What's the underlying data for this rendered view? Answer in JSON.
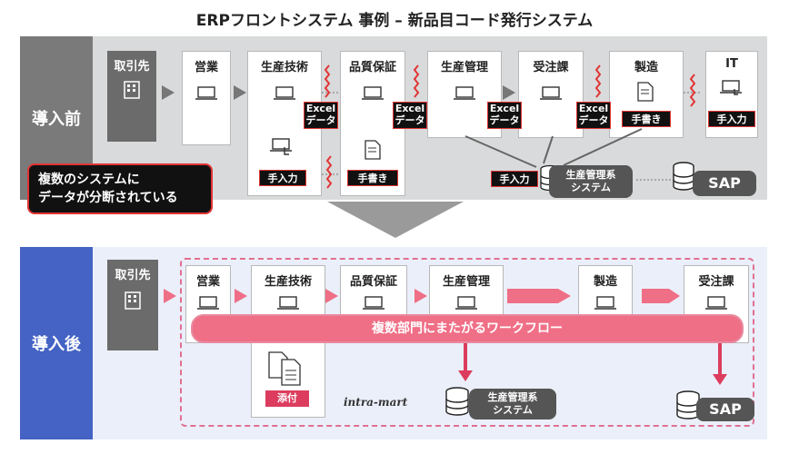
{
  "title": "ERPフロントシステム 事例 – 新品目コード発行システム",
  "before": {
    "label": "導入前",
    "client": "取引先",
    "cards": [
      "営業",
      "生産技術",
      "品質保証",
      "生産管理",
      "受注課",
      "製造",
      "IT"
    ],
    "excel_tag": [
      "Excel",
      "データ"
    ],
    "manual_input": "手入力",
    "handwritten": "手書き",
    "callout": [
      "複数のシステムに",
      "データが分断されている"
    ],
    "pm_system": [
      "生産管理系",
      "システム"
    ],
    "sap": "SAP"
  },
  "after": {
    "label": "導入後",
    "client": "取引先",
    "cards": [
      "営業",
      "生産技術",
      "品質保証",
      "生産管理",
      "製造",
      "受注課"
    ],
    "workflow": "複数部門にまたがるワークフロー",
    "attach": "添付",
    "brand": "intra-mart",
    "pm_system": [
      "生産管理系",
      "システム"
    ],
    "sap": "SAP"
  },
  "colors": {
    "side_before": "#7a7a7a",
    "side_after": "#4463c4",
    "accent_red": "#e23434",
    "workflow_pink": "#ef6f86",
    "arrow_red": "#dc3d5e"
  }
}
